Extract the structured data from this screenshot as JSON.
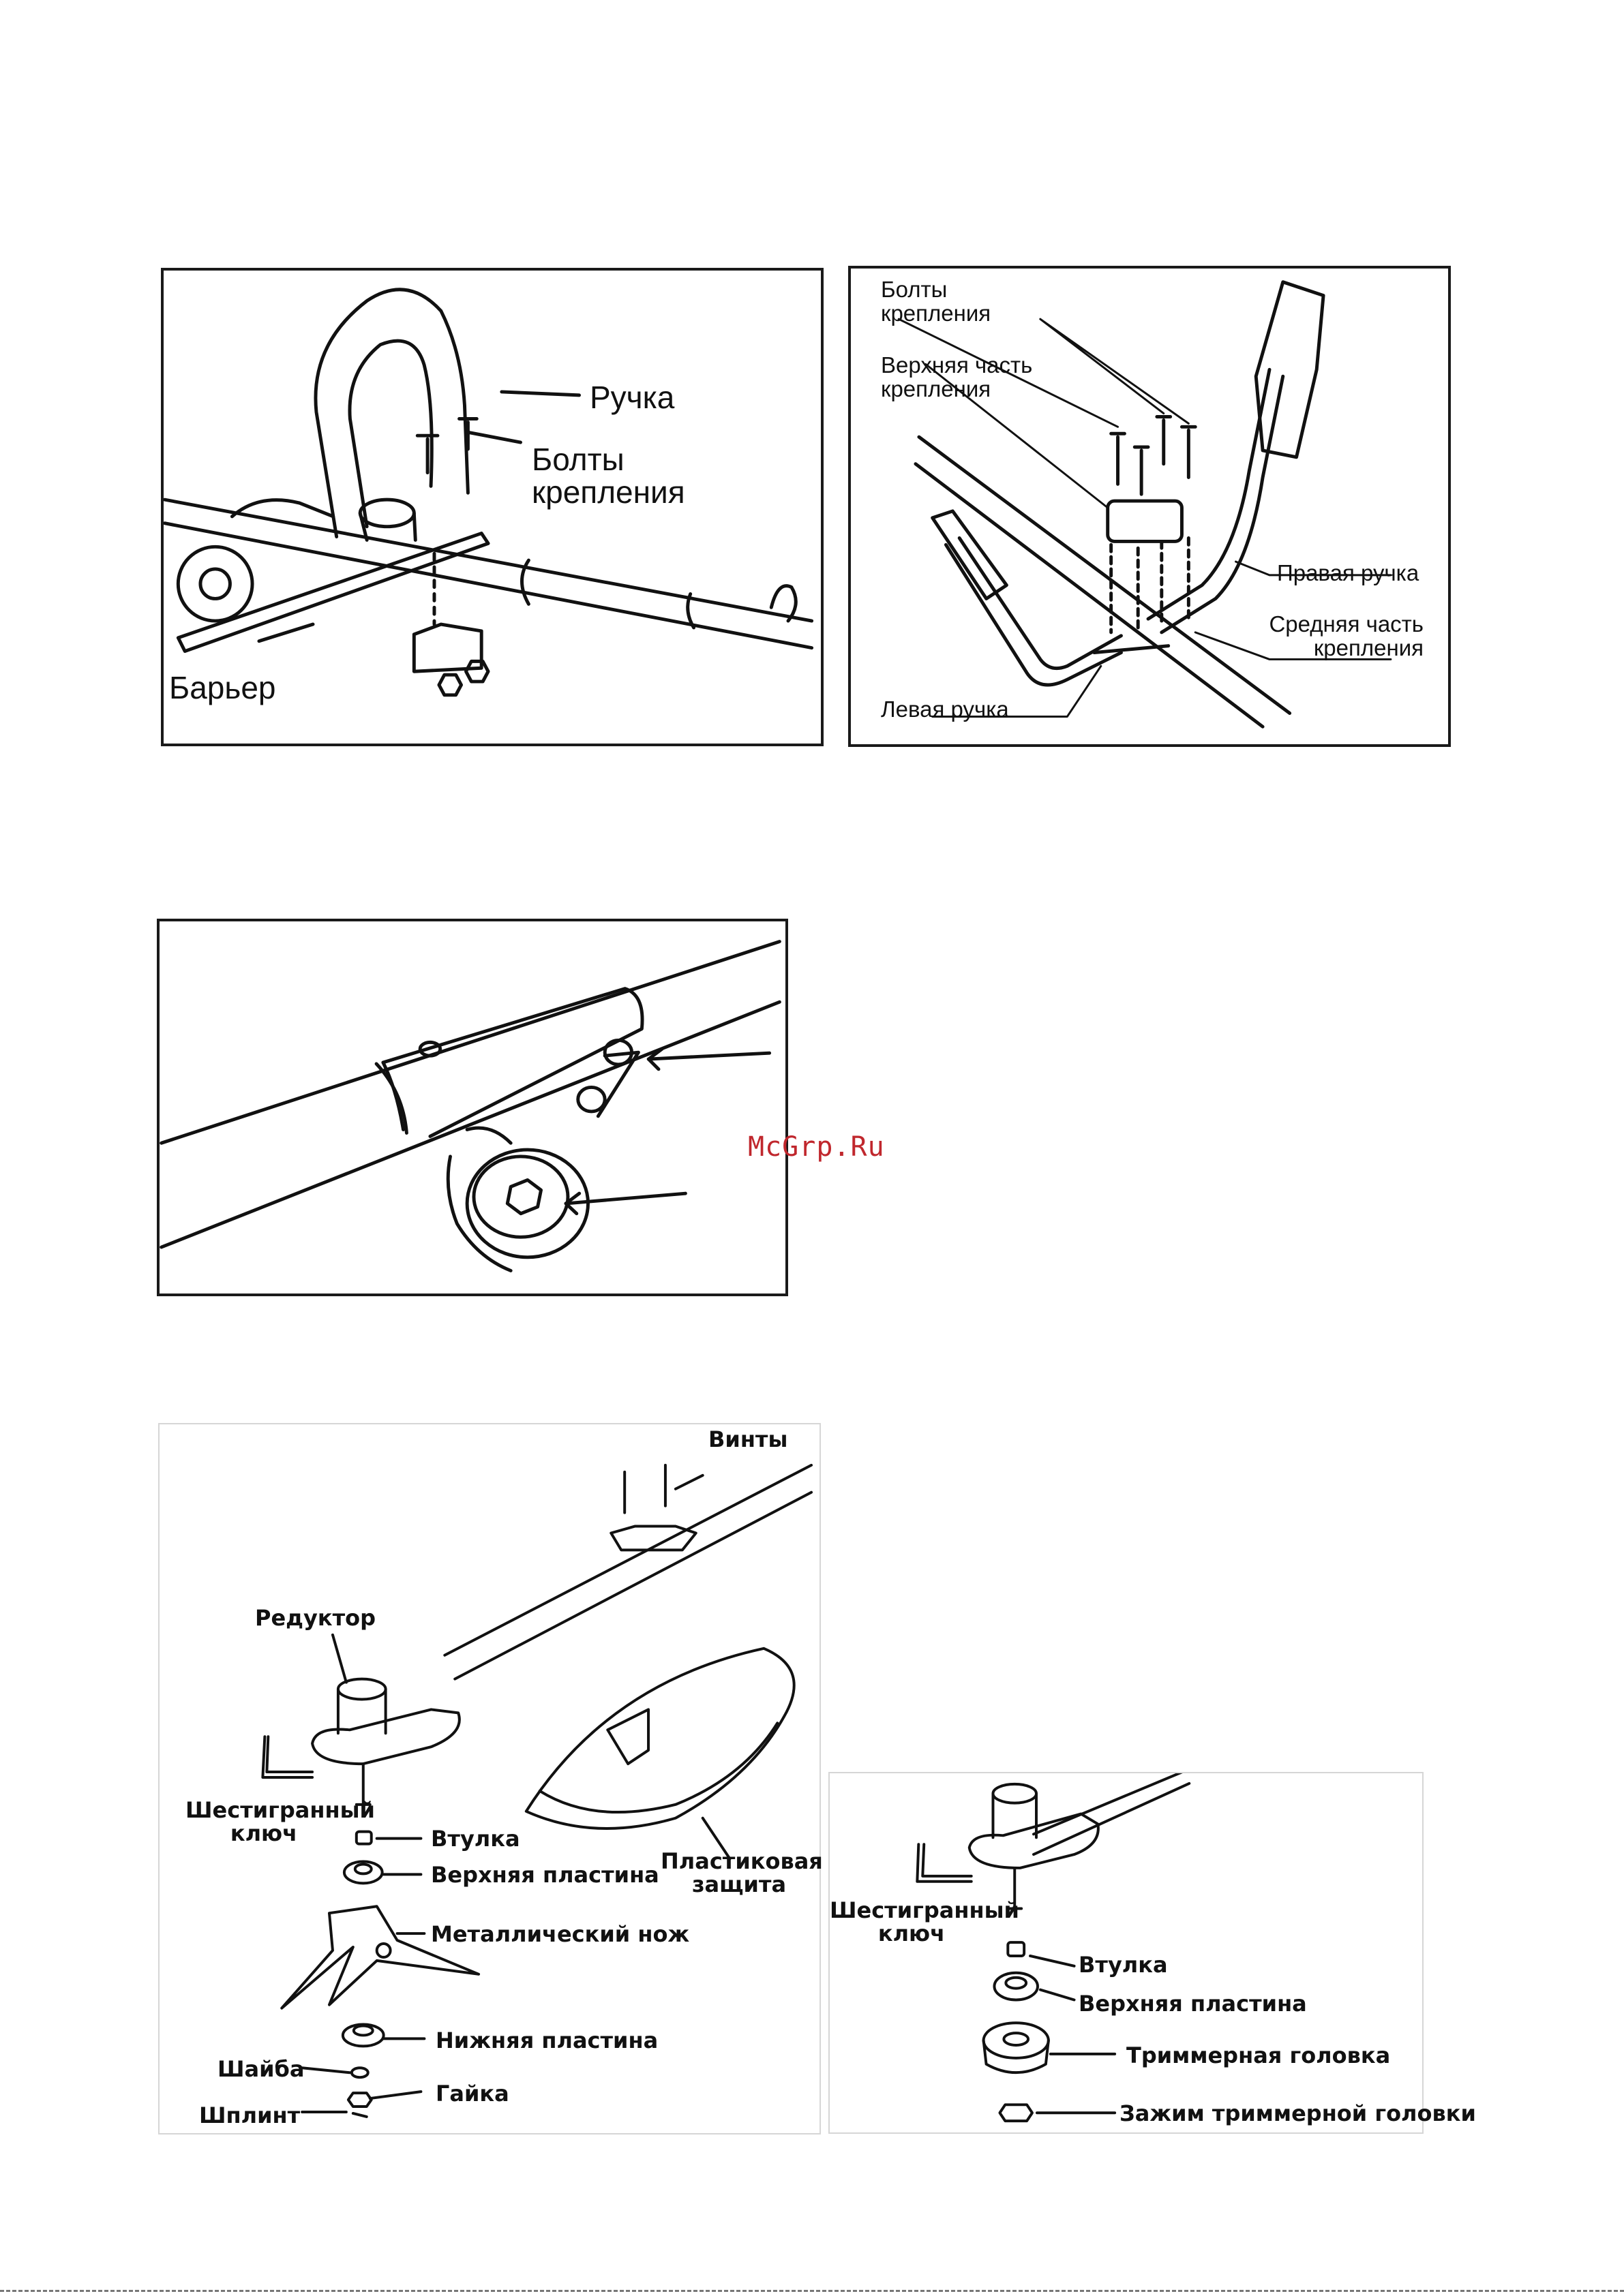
{
  "figure1": {
    "handle_label": "Ручка",
    "bolts_label_line1": "Болты",
    "bolts_label_line2": "крепления",
    "barrier_label": "Барьер"
  },
  "figure2": {
    "bolts_line1": "Болты",
    "bolts_line2": "крепления",
    "upper_line1": "Верхняя часть",
    "upper_line2": "крепления",
    "right_handle": "Правая ручка",
    "middle_line1": "Средняя часть",
    "middle_line2": "крепления",
    "left_handle": "Левая ручка"
  },
  "watermark": "McGrp.Ru",
  "figure4": {
    "screws": "Винты",
    "gearbox": "Редуктор",
    "hex_key_line1": "Шестигранный",
    "hex_key_line2": "ключ",
    "bushing": "Втулка",
    "upper_plate": "Верхняя пластина",
    "metal_blade": "Металлический нож",
    "plastic_guard_line1": "Пластиковая",
    "plastic_guard_line2": "защита",
    "lower_plate": "Нижняя пластина",
    "washer": "Шайба",
    "nut": "Гайка",
    "cotter_pin": "Шплинт"
  },
  "figure5": {
    "hex_key_line1": "Шестигранный",
    "hex_key_line2": "ключ",
    "bushing": "Втулка",
    "upper_plate": "Верхняя пластина",
    "trimmer_head": "Триммерная головка",
    "trimmer_clamp": "Зажим триммерной головки"
  }
}
